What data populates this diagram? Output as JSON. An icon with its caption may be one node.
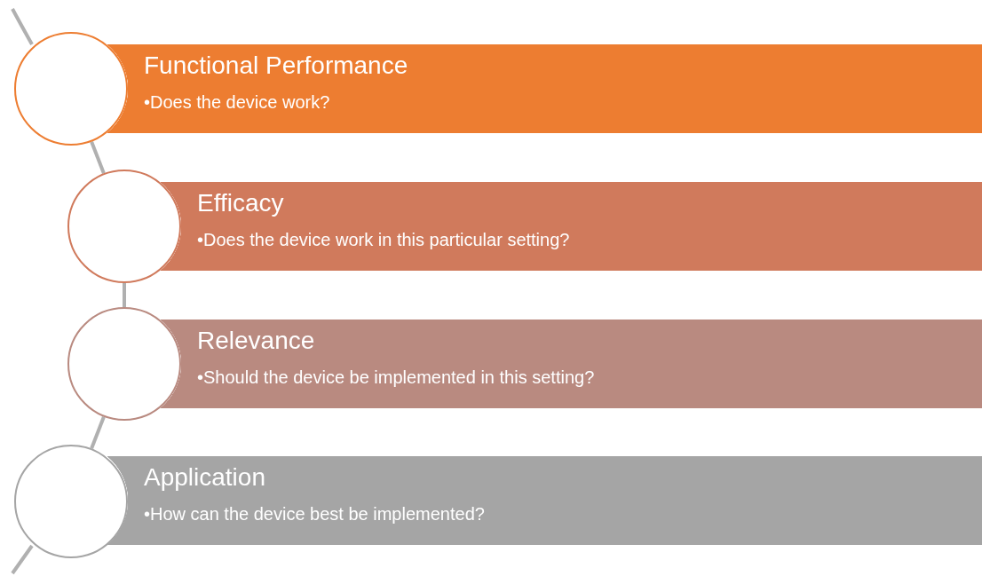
{
  "diagram": {
    "nodes": [
      {
        "text": [
          "Functional Performance",
          "•Does the device work?"
        ]
      },
      {
        "text": [
          "Efficacy",
          "•Does the device work in this particular setting?"
        ]
      },
      {
        "text": [
          "Relevance",
          "•Should the device be implemented in this setting?"
        ]
      },
      {
        "text": [
          "Application",
          "•How can the device best be implemented?"
        ]
      },
      {
        "text": [],
        "shape": "circle"
      },
      {
        "text": [],
        "shape": "circle"
      },
      {
        "text": [],
        "shape": "circle"
      },
      {
        "text": [],
        "shape": "circle"
      }
    ],
    "edges": [
      {
        "from": 4,
        "to": 5,
        "arrow": "none"
      },
      {
        "from": 5,
        "to": 6,
        "arrow": "none"
      },
      {
        "from": 6,
        "to": 7,
        "arrow": "none"
      }
    ]
  }
}
